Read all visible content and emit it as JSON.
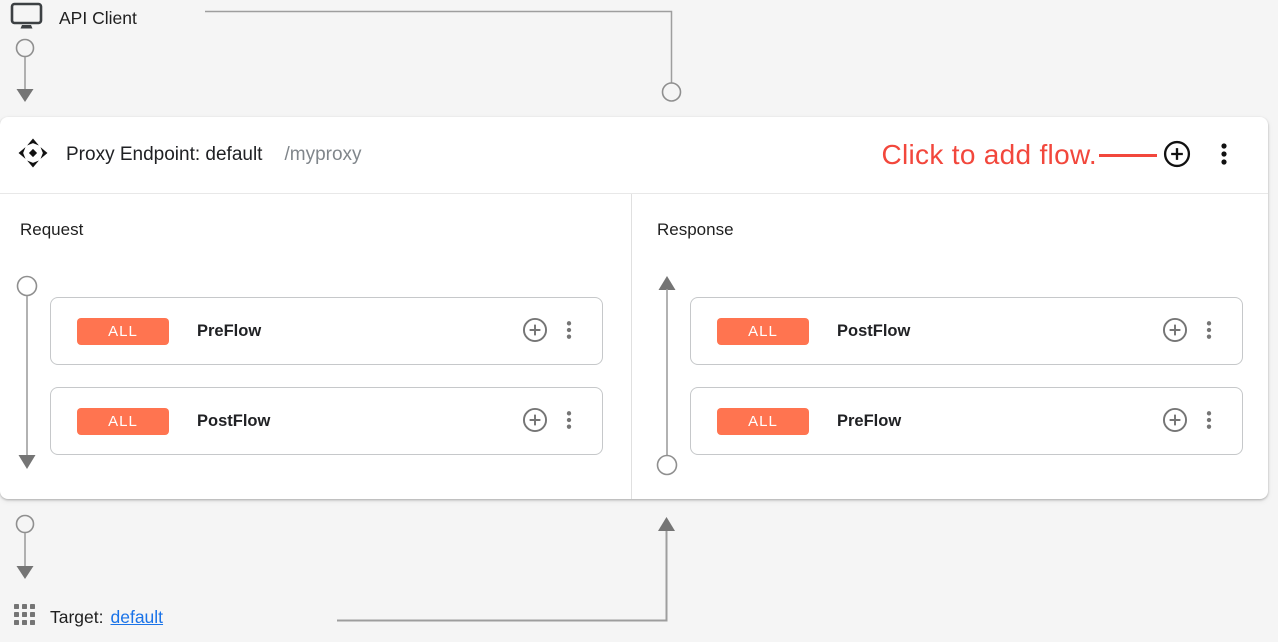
{
  "api_client": {
    "label": "API Client"
  },
  "proxy_endpoint": {
    "title": "Proxy Endpoint: default",
    "basepath": "/myproxy",
    "annotation": "Click to add flow.",
    "request": {
      "label": "Request",
      "flows": [
        {
          "badge": "ALL",
          "name": "PreFlow"
        },
        {
          "badge": "ALL",
          "name": "PostFlow"
        }
      ]
    },
    "response": {
      "label": "Response",
      "flows": [
        {
          "badge": "ALL",
          "name": "PostFlow"
        },
        {
          "badge": "ALL",
          "name": "PreFlow"
        }
      ]
    }
  },
  "target": {
    "label": "Target:",
    "name": "default"
  },
  "icons": {
    "api_client": "monitor-icon",
    "proxy_endpoint": "move-arrows-icon",
    "add_flow": "plus-circle-icon",
    "menu": "kebab-menu-icon",
    "target": "grid-icon"
  },
  "colors": {
    "badge": "#ff7450",
    "annotation": "#f2473c",
    "link": "#1a73e8",
    "connector_line": "#9e9e9e",
    "arrow": "#757575",
    "canvas_bg": "#f5f5f5"
  }
}
